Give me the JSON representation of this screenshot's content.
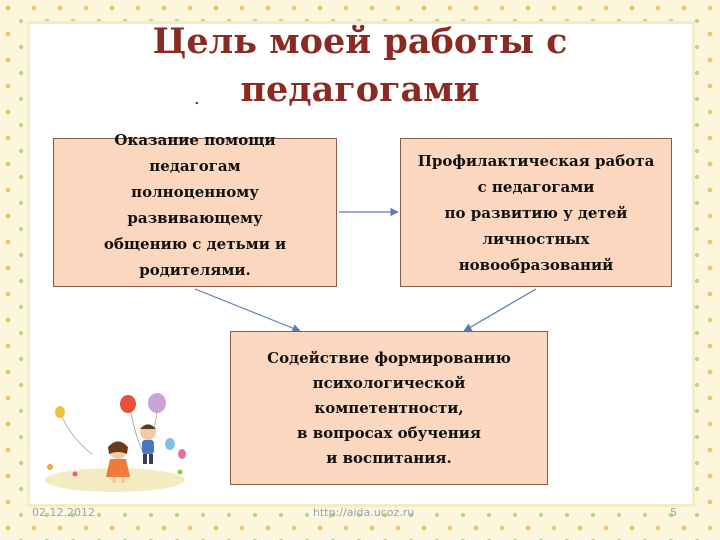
{
  "slide": {
    "title": "Цель моей работы с педагогами",
    "title_dot": ".",
    "boxes": {
      "left": "Оказание помощи\n   педагогам\nполноценному\nразвивающему\nобщению с детьми и\nродителями.",
      "right": "Профилактическая работа\nс педагогами\nпо развитию у детей\nличностных\nновообразований",
      "bottom": "Содействие формированию\nпсихологической\nкомпетентности,\n в вопросах обучения\nи воспитания."
    },
    "footer": {
      "date": "02.12.2012",
      "url": "http://aida.ucoz.ru",
      "page": "5"
    }
  },
  "colors": {
    "title": "#8b2a22",
    "box_fill": "#fbd7c0",
    "box_border": "#8a5a4a",
    "arrow": "#5b7bb4",
    "footer_text": "#9aa3b5"
  },
  "icons": [
    "children-with-balloons-illustration",
    "arrow-icon"
  ]
}
